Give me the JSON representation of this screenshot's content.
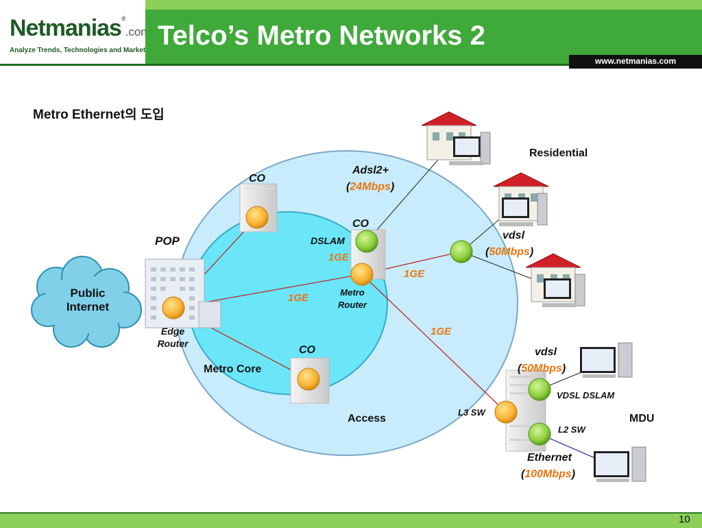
{
  "header": {
    "logo_main": "Netmanias",
    "logo_suffix": ".com",
    "logo_reg": "®",
    "logo_tagline": "Analyze Trends, Technologies and Market",
    "title": "Telco’s Metro Networks 2",
    "url": "www.netmanias.com"
  },
  "slide": {
    "subtitle": "Metro Ethernet의 도입",
    "page_number": "10"
  },
  "diagram": {
    "public_internet": "Public Internet",
    "pop": "POP",
    "edge_router": "Edge Router",
    "metro_core": "Metro Core",
    "access": "Access",
    "co_top": "CO",
    "co_mid": "CO",
    "co_bottom": "CO",
    "dslam": "DSLAM",
    "metro_router": "Metro Router",
    "link_1ge_a": "1GE",
    "link_1ge_b": "1GE",
    "link_1ge_c": "1GE",
    "link_1ge_d": "1GE",
    "adsl2_label": "Adsl2+",
    "adsl2_speed": "24Mbps",
    "vdsl_res_label": "vdsl",
    "vdsl_res_speed": "50Mbps",
    "residential": "Residential",
    "vdsl_mdu_label": "vdsl",
    "vdsl_mdu_speed": "50Mbps",
    "vdsl_dslam": "VDSL DSLAM",
    "l3_sw": "L3 SW",
    "l2_sw": "L2 SW",
    "mdu": "MDU",
    "ethernet_label": "Ethernet",
    "ethernet_speed": "100Mbps"
  },
  "colors": {
    "header_green": "#3fa93a",
    "strip_green": "#8cd05a",
    "router_orange": "#f9b233",
    "node_green": "#8ccf3c",
    "access_fill": "#c8ecfb",
    "core_fill": "#67e8f8",
    "cloud_fill": "#7fd0e8",
    "speed_orange": "#e9750f",
    "link_red": "#c0272d",
    "link_blue": "#2d3eb0"
  }
}
